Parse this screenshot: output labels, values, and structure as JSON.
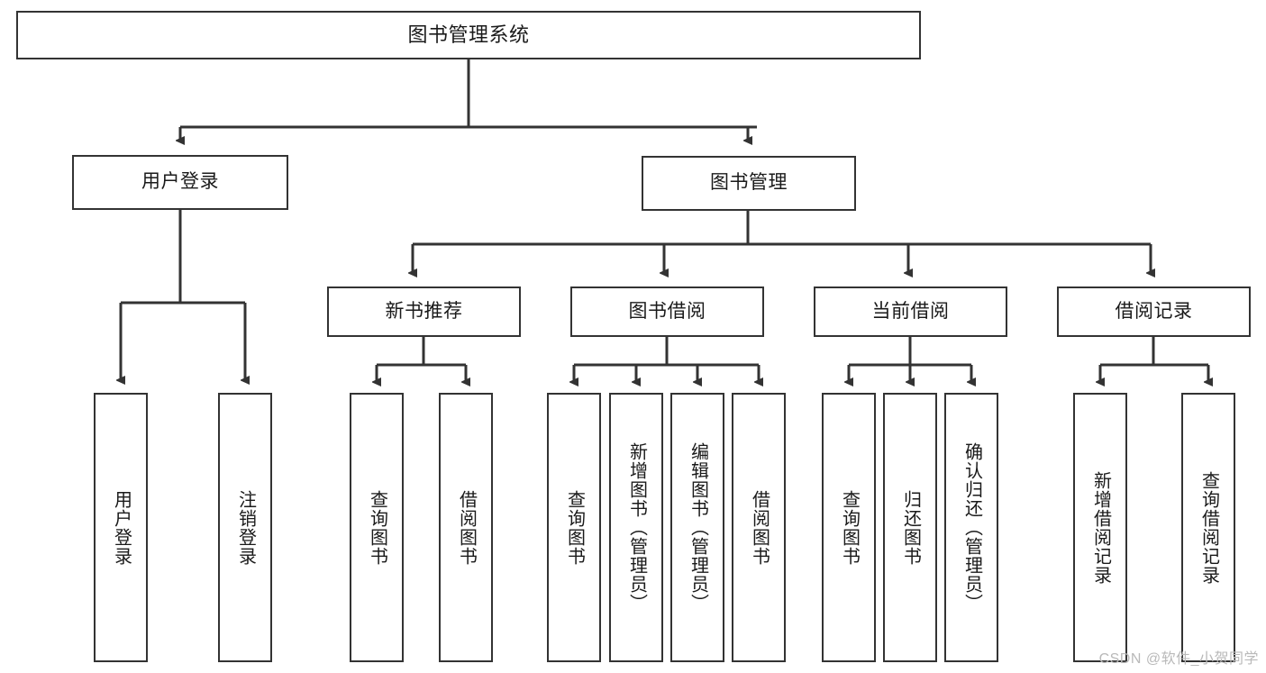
{
  "diagram": {
    "type": "tree",
    "title": "图书管理系统",
    "root": {
      "id": "root",
      "label": "图书管理系统"
    },
    "level2": [
      {
        "id": "user-login",
        "label": "用户登录"
      },
      {
        "id": "book-manage",
        "label": "图书管理"
      }
    ],
    "level3": [
      {
        "id": "new-book-rec",
        "label": "新书推荐"
      },
      {
        "id": "book-borrow",
        "label": "图书借阅"
      },
      {
        "id": "current-borrow",
        "label": "当前借阅"
      },
      {
        "id": "borrow-record",
        "label": "借阅记录"
      }
    ],
    "leaves": {
      "user_login": [
        {
          "id": "leaf-user-login",
          "label": "用户登录"
        },
        {
          "id": "leaf-logout",
          "label": "注销登录"
        }
      ],
      "new_book_rec": [
        {
          "id": "leaf-query-book-1",
          "label": "查询图书"
        },
        {
          "id": "leaf-borrow-book-1",
          "label": "借阅图书"
        }
      ],
      "book_borrow": [
        {
          "id": "leaf-query-book-2",
          "label": "查询图书"
        },
        {
          "id": "leaf-add-book",
          "label": "新增图书（管理员）"
        },
        {
          "id": "leaf-edit-book",
          "label": "编辑图书（管理员）"
        },
        {
          "id": "leaf-borrow-book-2",
          "label": "借阅图书"
        }
      ],
      "current_borrow": [
        {
          "id": "leaf-query-book-3",
          "label": "查询图书"
        },
        {
          "id": "leaf-return-book",
          "label": "归还图书"
        },
        {
          "id": "leaf-confirm-return",
          "label": "确认归还（管理员）"
        }
      ],
      "borrow_record": [
        {
          "id": "leaf-add-record",
          "label": "新增借阅记录"
        },
        {
          "id": "leaf-query-record",
          "label": "查询借阅记录"
        }
      ]
    },
    "colors": {
      "border": "#333333",
      "fill": "#ffffff",
      "edge": "#333333",
      "text": "#1a1a1a",
      "watermark": "#b9b9b9"
    }
  },
  "watermark": {
    "text": "CSDN @软件_小贺同学"
  }
}
